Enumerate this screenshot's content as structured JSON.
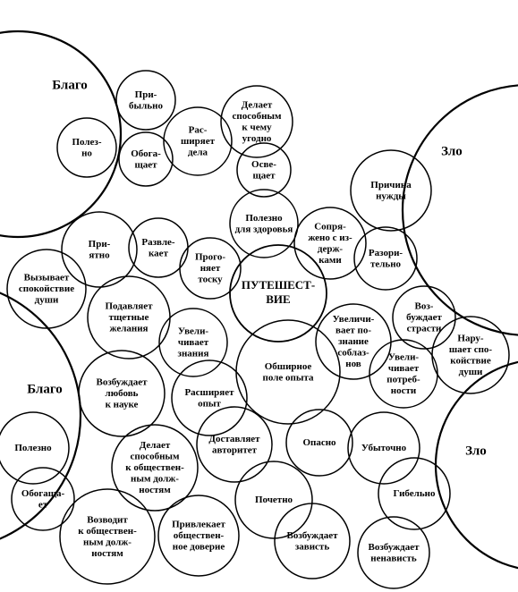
{
  "diagram": {
    "region_labels": [
      {
        "id": "good-top",
        "text": "Благо"
      },
      {
        "id": "evil-top",
        "text": "Зло"
      },
      {
        "id": "good-bottom",
        "text": "Благо"
      },
      {
        "id": "evil-bottom",
        "text": "Зло"
      }
    ],
    "center": [
      "ПУТЕШЕСТ-",
      "ВИЕ"
    ],
    "nodes": [
      {
        "id": "pribylno",
        "lines": [
          "При-",
          "быльно"
        ]
      },
      {
        "id": "delaet-sposobnym",
        "lines": [
          "Делает",
          "способным",
          "к чему",
          "угодно"
        ]
      },
      {
        "id": "polezno-1",
        "lines": [
          "Полез-",
          "но"
        ]
      },
      {
        "id": "obogashchaet-1",
        "lines": [
          "Обога-",
          "щает"
        ]
      },
      {
        "id": "rasshiryaet-dela",
        "lines": [
          "Рас-",
          "ширяет",
          "дела"
        ]
      },
      {
        "id": "osveshchaet",
        "lines": [
          "Осве-",
          "щает"
        ]
      },
      {
        "id": "prichina-nuzhdy",
        "lines": [
          "Причина",
          "нужды"
        ]
      },
      {
        "id": "polezno-dlya-zdorovya",
        "lines": [
          "Полезно",
          "для здоровья"
        ]
      },
      {
        "id": "sopryazheno",
        "lines": [
          "Сопря-",
          "жено с из-",
          "держ-",
          "ками"
        ]
      },
      {
        "id": "razoritelno",
        "lines": [
          "Разори-",
          "тельно"
        ]
      },
      {
        "id": "priyatno",
        "lines": [
          "При-",
          "ятно"
        ]
      },
      {
        "id": "razvlekaet",
        "lines": [
          "Развле-",
          "кает"
        ]
      },
      {
        "id": "progonyaet-tosku",
        "lines": [
          "Прого-",
          "няет",
          "тоску"
        ]
      },
      {
        "id": "vyzyvaet-spokoystvie",
        "lines": [
          "Вызывает",
          "спокойствие",
          "души"
        ]
      },
      {
        "id": "podavlyaet-zhelaniya",
        "lines": [
          "Подавляет",
          "тщетные",
          "желания"
        ]
      },
      {
        "id": "vozbuzhdaet-strasti",
        "lines": [
          "Воз-",
          "буждает",
          "страсти"
        ]
      },
      {
        "id": "uvelichivaet-poznanie",
        "lines": [
          "Увеличи-",
          "вает по-",
          "знание",
          "соблаз-",
          "нов"
        ]
      },
      {
        "id": "narushaet-spokoystvie",
        "lines": [
          "Нару-",
          "шает спо-",
          "койствие",
          "души"
        ]
      },
      {
        "id": "uvelichivaet-znaniya",
        "lines": [
          "Увели-",
          "чивает",
          "знания"
        ]
      },
      {
        "id": "obshirnoe-pole",
        "lines": [
          "Обширное",
          "поле опыта"
        ]
      },
      {
        "id": "uvelichivaet-potrebnosti",
        "lines": [
          "Увели-",
          "чивает",
          "потреб-",
          "ности"
        ]
      },
      {
        "id": "vozbuzhdaet-lyubov",
        "lines": [
          "Возбуждает",
          "любовь",
          "к науке"
        ]
      },
      {
        "id": "rasshiryaet-opyt",
        "lines": [
          "Расширяет",
          "опыт"
        ]
      },
      {
        "id": "opasno",
        "lines": [
          "Опасно"
        ]
      },
      {
        "id": "ubytochno",
        "lines": [
          "Убыточно"
        ]
      },
      {
        "id": "polezno-2",
        "lines": [
          "Полезно"
        ]
      },
      {
        "id": "delaet-sposobnym-dolzhnostyam",
        "lines": [
          "Делает",
          "способным",
          "к обществен-",
          "ным долж-",
          "ностям"
        ]
      },
      {
        "id": "dostavlyaet-avtoritet",
        "lines": [
          "Доставляет",
          "авторитет"
        ]
      },
      {
        "id": "gibelno",
        "lines": [
          "Гибельно"
        ]
      },
      {
        "id": "obogashchaet-2",
        "lines": [
          "Обогаща-",
          "ет"
        ]
      },
      {
        "id": "pochetno",
        "lines": [
          "Почетно"
        ]
      },
      {
        "id": "vozvodit-dolzhnostyam",
        "lines": [
          "Возводит",
          "к обществен-",
          "ным долж-",
          "ностям"
        ]
      },
      {
        "id": "privlekaet-doverie",
        "lines": [
          "Привлекает",
          "обществен-",
          "ное доверие"
        ]
      },
      {
        "id": "vozbuzhdaet-zavist",
        "lines": [
          "Возбуждает",
          "зависть"
        ]
      },
      {
        "id": "vozbuzhdaet-nenavist",
        "lines": [
          "Возбуждает",
          "ненависть"
        ]
      }
    ]
  }
}
